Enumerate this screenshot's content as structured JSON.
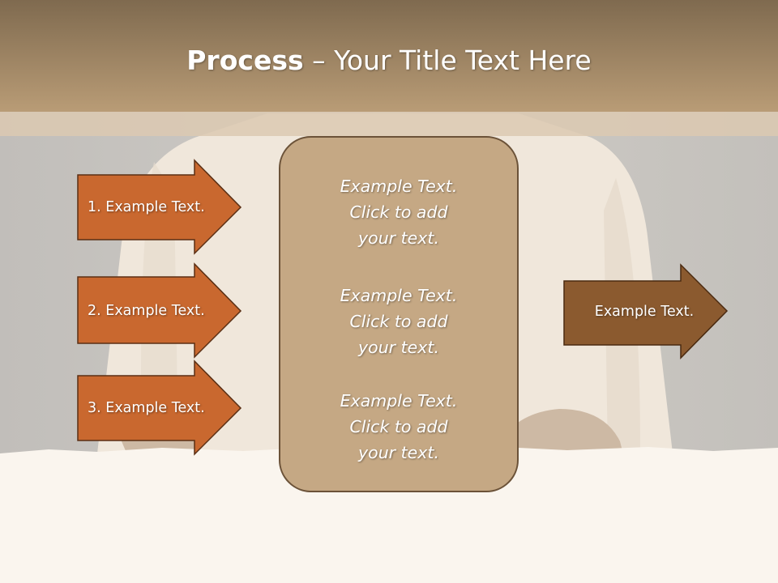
{
  "slide": {
    "title_bold": "Process",
    "title_rest": " – Your Title Text Here"
  },
  "left_arrows": [
    {
      "label": "1. Example Text."
    },
    {
      "label": "2. Example Text."
    },
    {
      "label": "3. Example Text."
    }
  ],
  "center_box": {
    "blocks": [
      {
        "line1": "Example Text.",
        "line2": "Click  to add",
        "line3": "your text."
      },
      {
        "line1": "Example Text.",
        "line2": "Click  to add",
        "line3": "your text."
      },
      {
        "line1": "Example Text.",
        "line2": "Click  to add",
        "line3": "your text."
      }
    ]
  },
  "right_arrow": {
    "label": "Example Text."
  },
  "colors": {
    "header": "#a88c66",
    "left_arrow_fill": "#c9682f",
    "right_arrow_fill": "#8b5a2f",
    "arrow_stroke": "#5a2f14",
    "center_box_fill": "#c5a884",
    "paper": "#faf5ee"
  }
}
